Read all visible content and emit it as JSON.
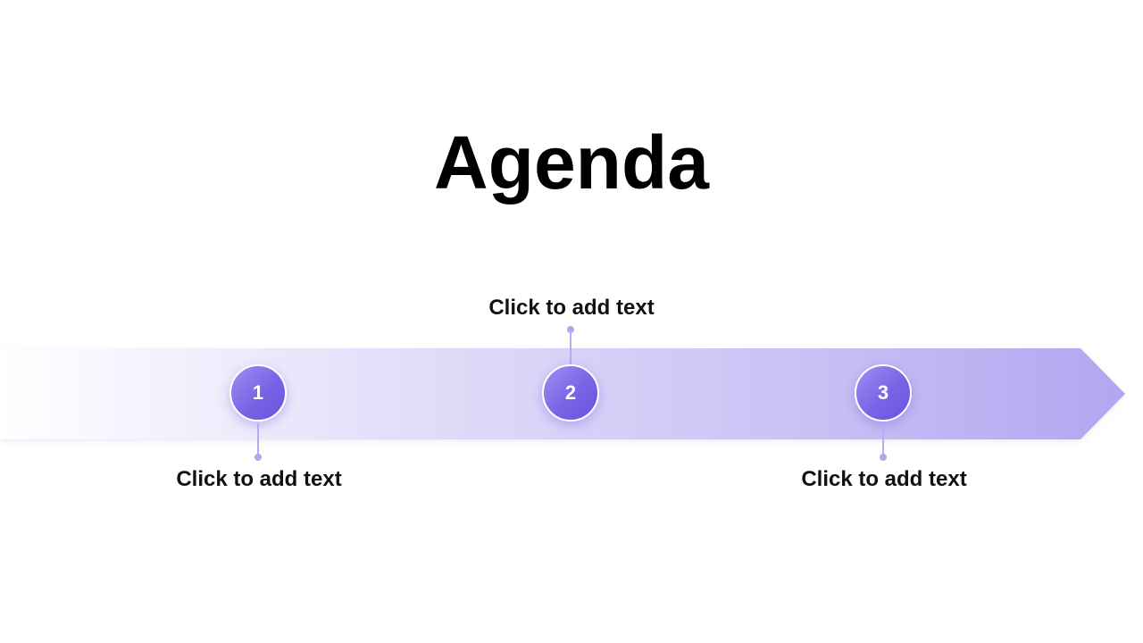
{
  "slide": {
    "title": "Agenda",
    "accent_colors": {
      "arrow_start": "#ffffff",
      "arrow_end": "#b2a6f0",
      "circle_light": "#a08ef2",
      "circle_dark": "#6a52dd",
      "connector": "#b8aaf0"
    },
    "steps": [
      {
        "number": "1",
        "label": "Click to add text"
      },
      {
        "number": "2",
        "label": "Click to add text"
      },
      {
        "number": "3",
        "label": "Click to add text"
      }
    ]
  }
}
